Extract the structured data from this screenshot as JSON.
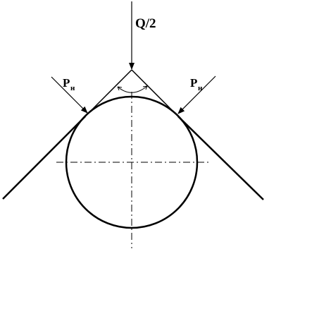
{
  "labels": {
    "load": "Q/2",
    "force_left_main": "P",
    "force_left_sub": "н",
    "force_right_main": "P",
    "force_right_sub": "н"
  },
  "colors": {
    "stroke": "#000000",
    "background": "#ffffff"
  }
}
